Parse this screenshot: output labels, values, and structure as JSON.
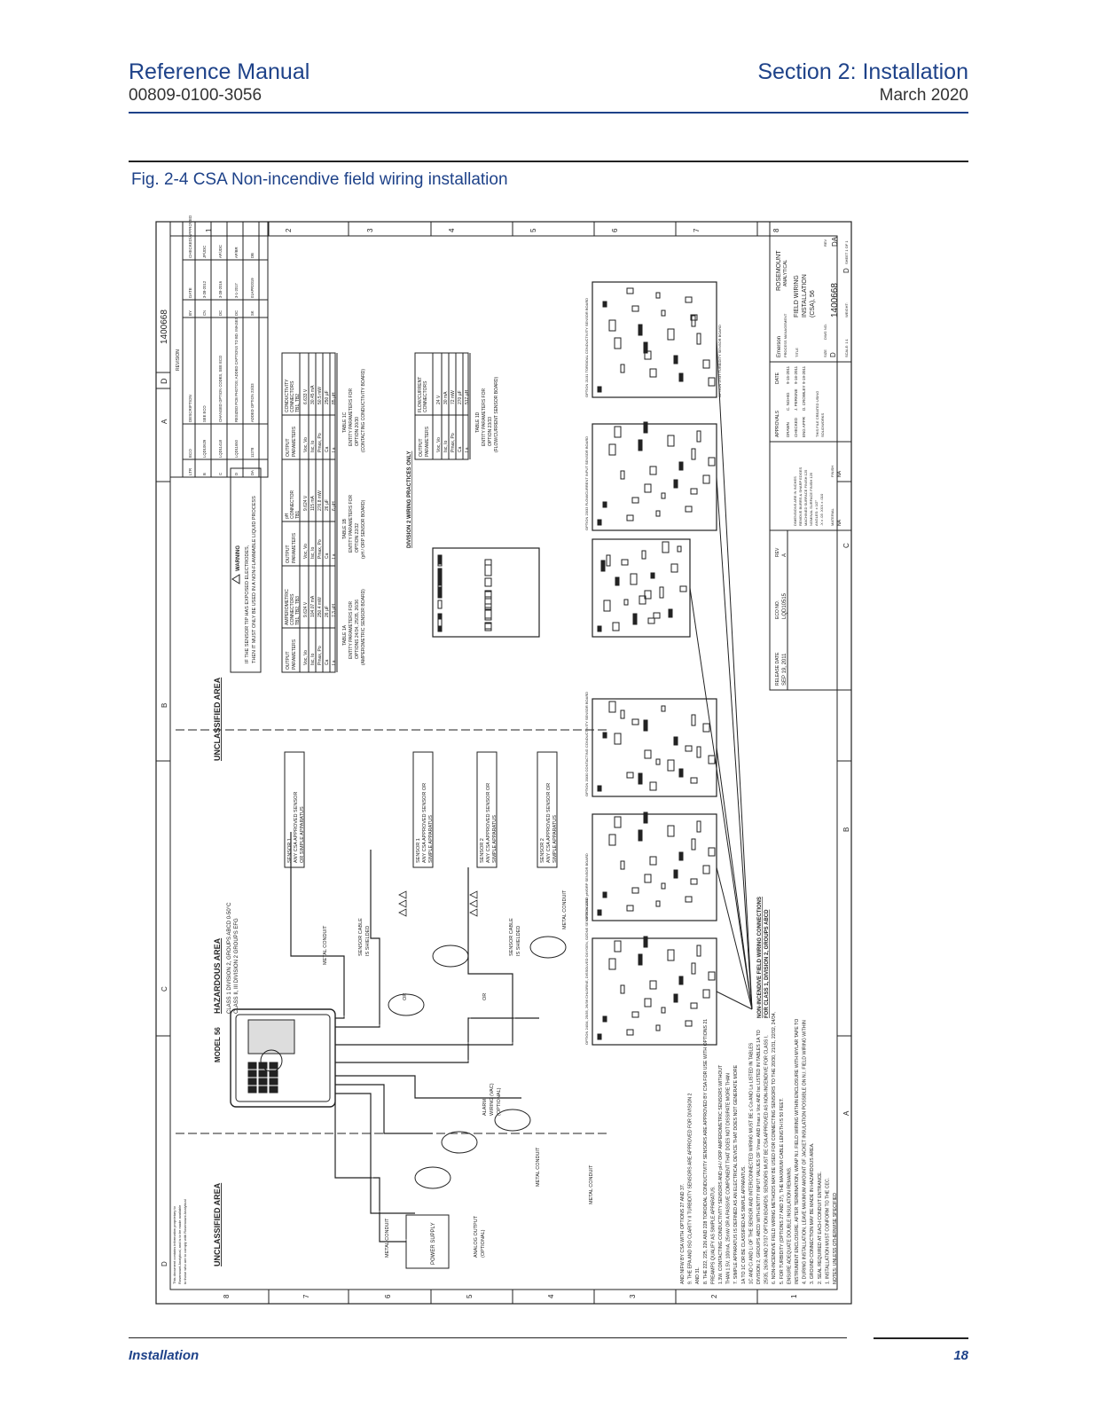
{
  "header": {
    "left_title": "Reference Manual",
    "left_sub": "00809-0100-3056",
    "right_title": "Section 2: Installation",
    "right_sub": "March 2020"
  },
  "figure": {
    "title": "Fig. 2-4 CSA Non-incendive field wiring installation"
  },
  "drawing": {
    "doc_number": "1400668",
    "zone_letters": [
      "D",
      "C",
      "B",
      "A"
    ],
    "zone_numbers": [
      "8",
      "7",
      "6",
      "5",
      "4",
      "3",
      "2",
      "1"
    ],
    "revision_title": "REVISION",
    "revision_headers": [
      "LTR",
      "ECO",
      "DESCRIPTION",
      "BY",
      "DATE",
      "CHECKED/APPROVED"
    ],
    "revision_rows": [
      [
        "B",
        "LQD10629",
        "SEE ECO",
        "CN",
        "3-28-2012",
        "JP/JDC"
      ],
      [
        "C",
        "LQD11418",
        "CHANGED OPTION CODES, SEE ECO",
        "DC",
        "3-28-2016",
        "AP/JDC"
      ],
      [
        "D",
        "LQD11650",
        "RESIZED PCB PHOTOS; ADDED CAPTIONS TO BD. IMAGES",
        "DC",
        "3-1-2017",
        "AP/BR"
      ],
      [
        "DA",
        "11278",
        "ADDED OPTION 23/33",
        "SK",
        "01APR2019",
        "DB"
      ]
    ],
    "unclassified_top": "UNCLASSIFIED AREA",
    "unclassified_bottom": "UNCLASSIFIED AREA",
    "hazardous_title": "HAZARDOUS AREA",
    "hazardous_class1": "CLASS 1 DIVISION 2, GROUPS ABCD 0-50°C",
    "hazardous_class2": "CLASS II, III DIVISION 2 GROUPS EFG",
    "model": "MODEL 56",
    "warning_title": "WARNING",
    "warning_line1": "IF THE SENSOR TIP HAS EXPOSED ELECTRODES,",
    "warning_line2": "THEN IT MUST ONLY BE USED IN A NON-FLAMMABLE LIQUID PROCESS",
    "table_1a": {
      "h1": "OUTPUT",
      "h1b": "PARAMETERS",
      "h2": "AMPEROMETRIC",
      "h2b": "CONNECTORS",
      "h2c": "TB1, TB2, TB3",
      "rows": [
        [
          "Voc, Vo",
          "9.624 V"
        ],
        [
          "Isc, Io",
          "104.07 mA"
        ],
        [
          "Pmax, Po",
          "250.4 mW"
        ],
        [
          "Ca",
          "26 µF"
        ],
        [
          "La",
          "7.3 µH"
        ]
      ],
      "caption1": "TABLE 1A",
      "caption2": "ENTITY PARAMETERS FOR",
      "caption3": "OPTIONS 24/34, 25/35, 26/36",
      "caption4": "(AMPEROMETRIC SENSOR BOARD)"
    },
    "table_1b": {
      "h1": "OUTPUT",
      "h1b": "PARAMETERS",
      "h2": "pH",
      "h2b": "CONNECTOR",
      "h2c": "TB1",
      "rows": [
        [
          "Voc, Vo",
          "9.624 V"
        ],
        [
          "Isc, Io",
          "115 mA"
        ],
        [
          "Pmax, Po",
          "276.8 mW"
        ],
        [
          "Ca",
          "26 µF"
        ],
        [
          "La",
          "6 µH"
        ]
      ],
      "caption1": "TABLE 1B",
      "caption2": "ENTITY PARAMETERS FOR",
      "caption3": "OPTION 22/32",
      "caption4": "(pH / ORP SENSOR BOARD)"
    },
    "table_1c": {
      "h1": "OUTPUT",
      "h1b": "PARAMETERS",
      "h2": "CONDUCTIVITY",
      "h2b": "CONNECTORS",
      "h2c": "TB1, TB2",
      "rows": [
        [
          "Voc, Vo",
          "6.633 V"
        ],
        [
          "Isc, Io",
          "30.45 mA"
        ],
        [
          "Pmax, Po",
          "50.5 mW"
        ],
        [
          "Ca",
          "250 µF"
        ],
        [
          "La",
          "85 µH"
        ]
      ],
      "caption1": "TABLE 1C",
      "caption2": "ENTITY PARAMETERS FOR",
      "caption3": "OPTION 20/30",
      "caption4": "(CONTACTING CONDUCTIVITY BOARD)"
    },
    "table_1d": {
      "h1": "OUTPUT",
      "h1b": "PARAMETERS",
      "h2": "FLOW/CURRENT",
      "h2b": "CONNECTORS",
      "h2c": "",
      "rows": [
        [
          "Voc, Vo",
          "24 V"
        ],
        [
          "Isc, Io",
          "30 mA"
        ],
        [
          "Pmax, Po",
          "72 mW"
        ],
        [
          "Ca",
          "270 µF"
        ],
        [
          "La",
          "517 µH"
        ]
      ],
      "caption1": "TABLE 1D",
      "caption2": "ENTITY PARAMETERS FOR",
      "caption3": "OPTION 23/33",
      "caption4": "(FLOW/CURRENT SENSOR BOARD)"
    },
    "div2_label": "DIVISION 2 WIRING PRACTICES ONLY",
    "nonincendive_line1": "NON-INCENDIVE FIELD WIRING CONNECTIONS",
    "nonincendive_line2": "FOR CLASS 1, DIVISION 2, GROUPS ABCD",
    "sensor_a_1": "SENSOR 1",
    "sensor_a_2": "ANY CSA APPROVED SENSOR",
    "sensor_a_3": "OR SIMPLE APPARATUS",
    "sensor_b_1": "SENSOR 1",
    "sensor_b_2": "ANY CSA APPROVED SENSOR OR",
    "sensor_b_3": "SIMPLE APPARATUS",
    "sensor_c_1": "SENSOR 2",
    "sensor_c_2": "ANY CSA APPROVED SENSOR OR",
    "sensor_c_3": "SIMPLE APPARATUS",
    "sensor_d_1": "SENSOR 2",
    "sensor_d_2": "ANY CSA APPROVED SENSOR OR",
    "sensor_d_3": "SIMPLE APPARATUS",
    "metal_conduit": "METAL CONDUIT",
    "sensor_cable_1": "SENSOR CABLE",
    "sensor_cable_2": "IS SHIELDED",
    "or_label": "OR",
    "power_supply": "POWER SUPPLY",
    "analog_output_1": "ANALOG OUTPUT",
    "analog_output_2": "(OPTIONAL)",
    "alarm_1": "ALARM",
    "alarm_2": "WIRING (VAC)",
    "alarm_3": "(OPTIONAL)",
    "board_captions": [
      "OPTION 24/34, 25/35, 26/36 CHLORINE, DISSOLVED OXYGEN, OZONE SENSOR BOARD",
      "OPTION 22/32 pH/ORP SENSOR BOARD",
      "OPTION 20/30 CONTACTING CONDUCTIVITY SENSOR BOARD",
      "OPTION 23/33 FLOW/CURRENT INPUT SENSOR BOARD",
      "OPTION 21/31 TOROIDAL CONDUCTIVITY SENSOR BOARD",
      "OPTION 27/37 TURBIDITY SENSOR BOARD"
    ],
    "notes": [
      "NOTES: UNLESS OTHERWISE SPECIFIED",
      "1.   INSTALLATION MUST CONFORM TO THE CEC.",
      "2.   SEAL REQUIRED AT EACH CONDUIT ENTRANCE.",
      "3.   GROUND CONNECTION MAY BE MADE IN HAZARDOUS AREA.",
      "4.   DURING INSTALLATION, LEAVE MAXIMUM AMOUNT OF JACKET INSULATION POSSIBLE ON N.I. FIELD WIRING WITHIN",
      "      INSTRUMENT ENCLOSURE. AFTER TERMINATION, WRAP N.I. FIELD WIRING WITHIN ENCLOSURE WITH MYLAR TAPE TO",
      "      ENSURE ADEQUATE DOUBLE INSULATION REMAINS.",
      "5.   FOR TURBIDITY (OPTIONS 27 AND 37), THE MAXIMUM CABLE LENGTH IS 50 FEET.",
      "6.   NON-INCENDIVE FIELD WIRING METHODS MAY BE USED FOR CONNECTING SENSORS TO THE 20/30, 21/31, 22/32, 24/34,",
      "      25/35, 26/36 AND 27/37 OPTION BOARDS. SENSORS MUST BE CSA APPROVED AS NON-INCENDIVE FOR CLASS I,",
      "      DIVISION 2, GROUPS ABCD WITH ENTITY INPUT VALUES OF Vmax AND Imax ≥ Voc AND Isc LISTED IN TABLES 1A TO",
      "      1C AND Ci AND Li OF THE SENSOR AND INTERCONNECTED WIRING MUST BE ≤ Ca AND La LISTED IN TABLES",
      "      1A TO 1C OR BE CLASSIFIED AS SIMPLE APPARATUS.",
      "7.   SIMPLE APPARATUS IS DEFINED AS AN ELECTRICAL DEVICE THAT DOES NOT GENERATE MORE",
      "      THAN 1.5V, 100mA, 25mW OR A PASSIVE COMPONENT THAT DOES NOT DISSIPATE MORE THAN",
      "      1.3W. CONTACTING CONDUCTIVITY SENSORS AND pH / ORP AMPEROMETRIC SENSORS WITHOUT",
      "      PREAMPS QUALIFY AS SIMPLE APPARATUS.",
      "8.   THE 222, 225, 226 AND 228 TOROIDAL CONDUCTIVITY SENSORS ARE APPROVED BY CSA FOR USE WITH OPTIONS 21",
      "      AND 31.",
      "9.   THE EPA AND ISO CLARITY II TURBIDITY SENSORS ARE APPROVED FOR DIVISION 2",
      "      AND NIFW BY CSA WITH OPTIONS 27 AND 37."
    ],
    "disclaimer_1": "This document contains information proprietary to",
    "disclaimer_2": "Rosemount Analytical, and is to be made available",
    "disclaimer_3": "to those who are to comply with Rosemount Analytical",
    "release_date_label": "RELEASE DATE",
    "release_date": "SEP 19, 2011",
    "eco_no_label": "ECO NO.",
    "eco_no": "LQD10515",
    "rev_label": "REV",
    "rev": "A",
    "tolerance_lines": [
      "DIMENSIONS ARE IN INCHES",
      "REMOVE BURRS & SHARP EDGES",
      "MACHINED SURFACE FINISH 125",
      "NOMINAL SURFACE FINISH 125",
      "ANGLES: ± 1/2°",
      ".X ± .03   .XXX ± .010"
    ],
    "material_label": "MATERIAL",
    "material": "NA",
    "finish_label": "FINISH",
    "finish": "NA",
    "approvals_label": "APPROVALS",
    "date_label": "DATE",
    "approvals": [
      [
        "DRAWN",
        "C. NGHIG",
        "9-15-2011"
      ],
      [
        "CHECKED",
        "J. PERKINE",
        "9-16-2011"
      ],
      [
        "ENG APPR",
        "D. CROWLEY",
        "9-19-2011"
      ]
    ],
    "created_note_1": "THIS FILE CREATED USING",
    "created_note_2": "SOLIDWORKS",
    "company_1": "Emerson",
    "company_2": "PROCESS MANAGEMENT",
    "company_3": "ROSEMOUNT",
    "company_4": "ANALYTICAL",
    "title_label": "TITLE",
    "title_1": "FIELD WIRING",
    "title_2": "INSTALLATION",
    "title_3": "(CSA), 56",
    "size_label": "SIZE",
    "size": "D",
    "dwg_no_label": "DWG NO.",
    "dwg_no": "1400668",
    "rev2_label": "REV",
    "rev2": "DA",
    "scale_label": "SCALE: 1:1",
    "weight_label": "WEIGHT:",
    "sheet_label": "SHEET 1 OF 1"
  },
  "footer": {
    "left": "Installation",
    "right": "18"
  }
}
